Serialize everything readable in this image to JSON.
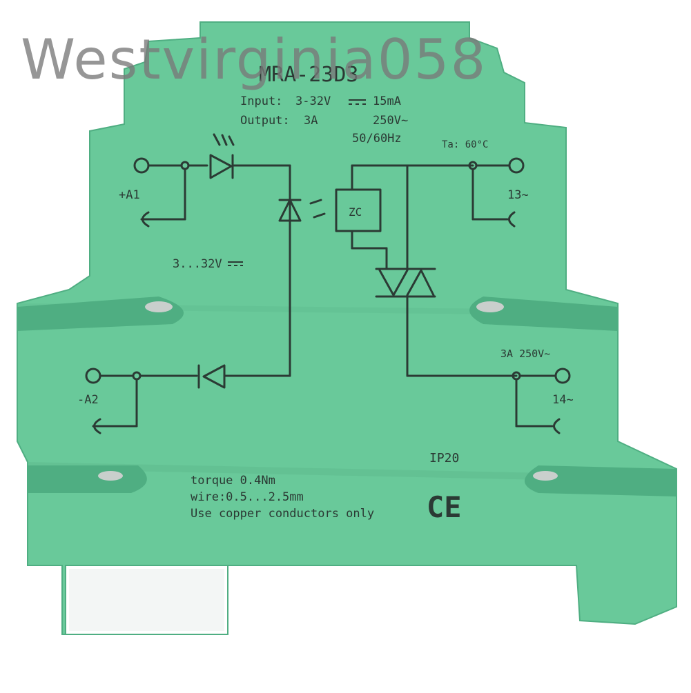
{
  "photo": {
    "subject": "din-rail-solid-state-relay-module",
    "colors": {
      "housing": "#69c99a",
      "housing_shade": "#4fae82",
      "print": "#2b3a34",
      "background": "#ffffff",
      "metal": "#c9cfcc"
    }
  },
  "label": {
    "model": "MRA-23D3",
    "input_label": "Input:",
    "input_value": "3-32V",
    "input_current": "15mA",
    "output_label": "Output:",
    "output_current": "3A",
    "output_voltage": "250V~",
    "output_freq": "50/60Hz",
    "temp": "Ta: 60°C",
    "a1": "+A1",
    "a2": "-A2",
    "range": "3...32V",
    "zc": "ZC",
    "t13": "13~",
    "t14": "14~",
    "out_rating": "3A 250V~",
    "ip": "IP20",
    "torque": "torque 0.4Nm",
    "wire": "wire:0.5...2.5mm",
    "copper": "Use copper conductors only",
    "ce": "CE"
  },
  "watermark": {
    "text": "Westvirginia058"
  }
}
